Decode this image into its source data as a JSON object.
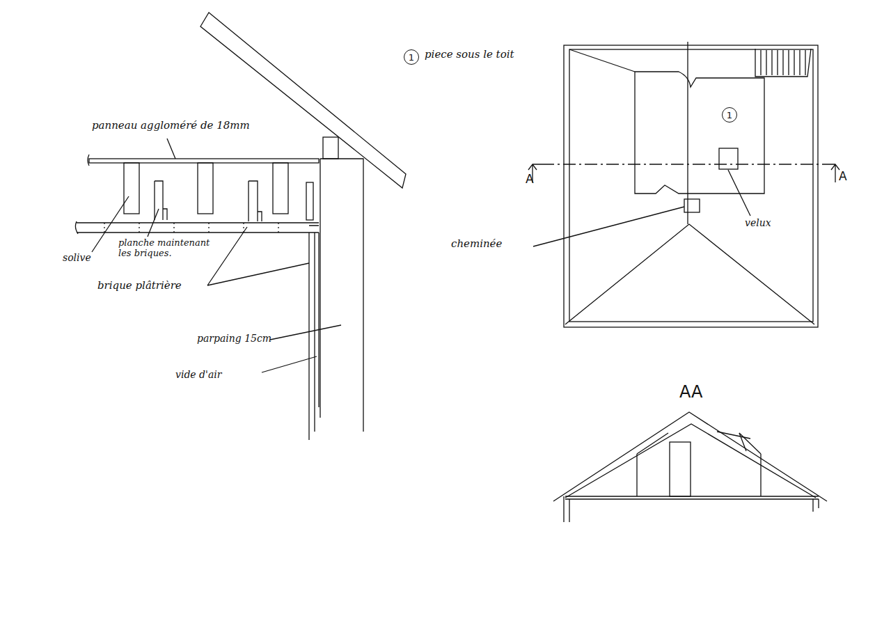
{
  "diagram": {
    "nodes": [
      {
        "text": [
          "1"
        ]
      },
      {
        "text": [
          "1"
        ]
      }
    ],
    "labels": [
      "piece sous le toit",
      "panneau aggloméré de 18mm",
      "solive",
      "planche maintenant les briques.",
      "brique plâtrière",
      "parpaing 15cm",
      "vide d'air",
      "cheminée",
      "velux",
      "A",
      "A",
      "AA"
    ]
  }
}
